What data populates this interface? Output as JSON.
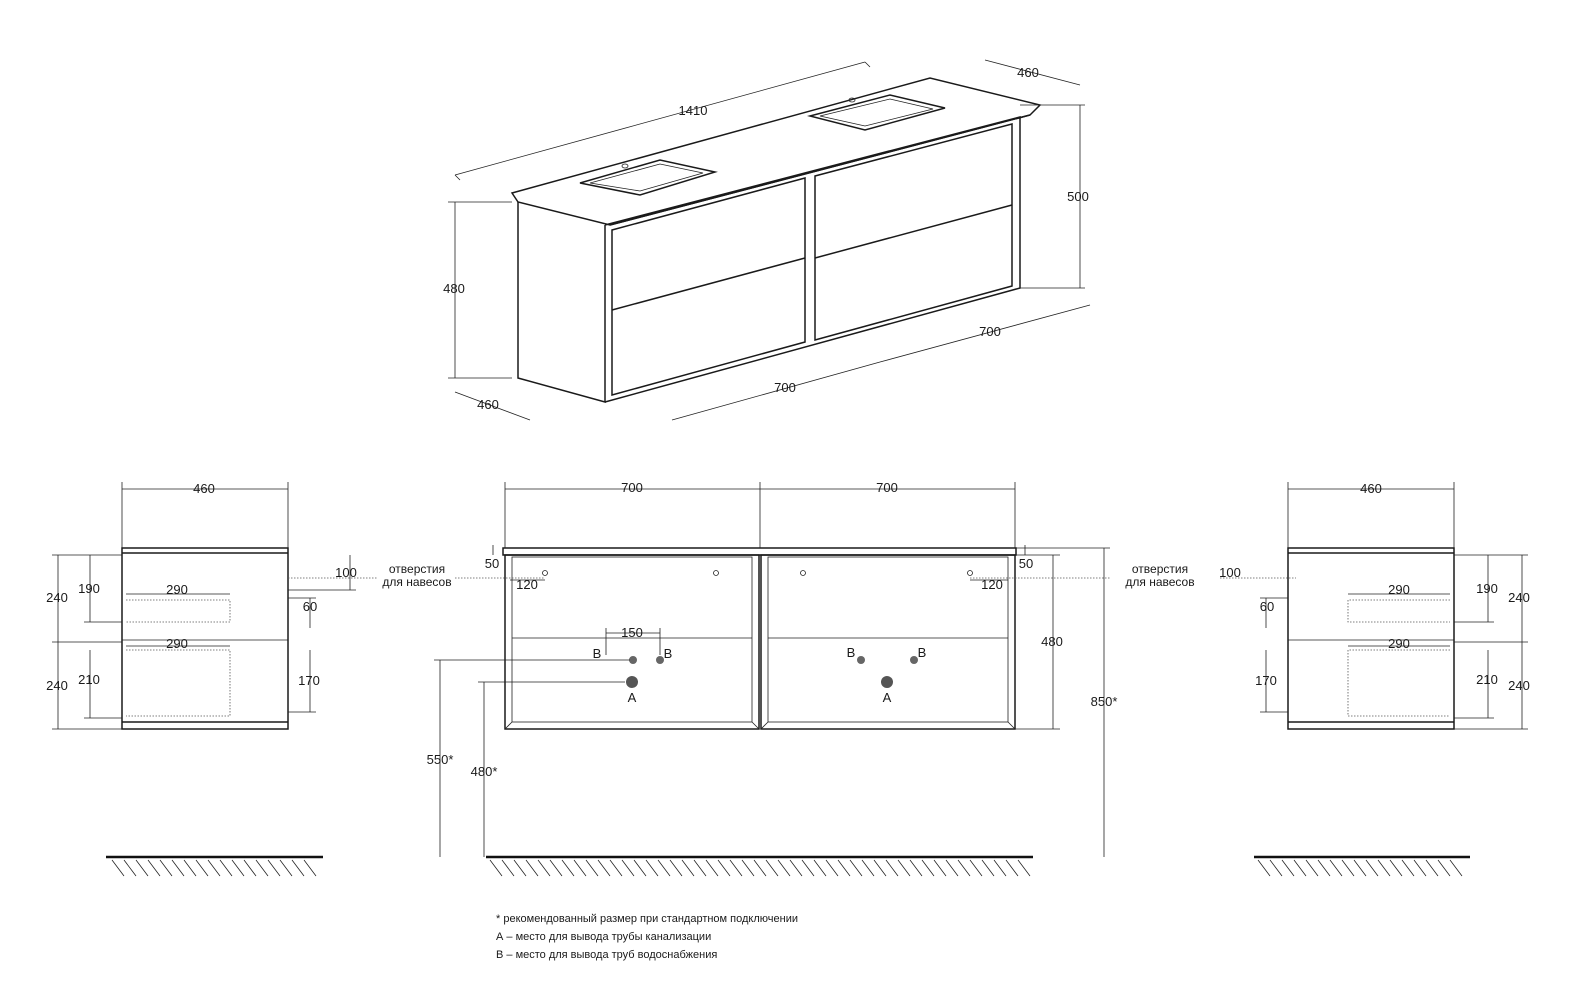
{
  "iso": {
    "length": "1410",
    "depth_top": "460",
    "height_total": "500",
    "height_body": "480",
    "depth_bottom": "460",
    "width_left": "700",
    "width_right": "700"
  },
  "side_left": {
    "width": "460",
    "h_upper": "240",
    "h_lower": "240",
    "drawer1_height": "190",
    "drawer2_height": "210",
    "drawer1_depth": "290",
    "drawer2_depth": "290",
    "hole_offset": "100",
    "gap": "60",
    "inner_height": "170",
    "holes_label_1": "отверстия",
    "holes_label_2": "для навесов"
  },
  "front": {
    "width_left": "700",
    "width_right": "700",
    "top_offset_left": "50",
    "side_offset_left": "120",
    "top_offset_right": "50",
    "side_offset_right": "120",
    "pipe_spacing": "150",
    "body_height": "480",
    "total_height": "850*",
    "drain_height": "550*",
    "supply_height": "480*",
    "label_a": "A",
    "label_b": "B"
  },
  "side_right": {
    "width": "460",
    "h_upper": "240",
    "h_lower": "240",
    "drawer1_height": "190",
    "drawer2_height": "210",
    "drawer1_depth": "290",
    "drawer2_depth": "290",
    "hole_offset": "100",
    "gap": "60",
    "inner_height": "170",
    "holes_label_1": "отверстия",
    "holes_label_2": "для навесов"
  },
  "notes": [
    "* рекомендованный размер при стандартном подключении",
    "А – место для вывода трубы канализации",
    "В – место для вывода труб водоснабжения"
  ]
}
